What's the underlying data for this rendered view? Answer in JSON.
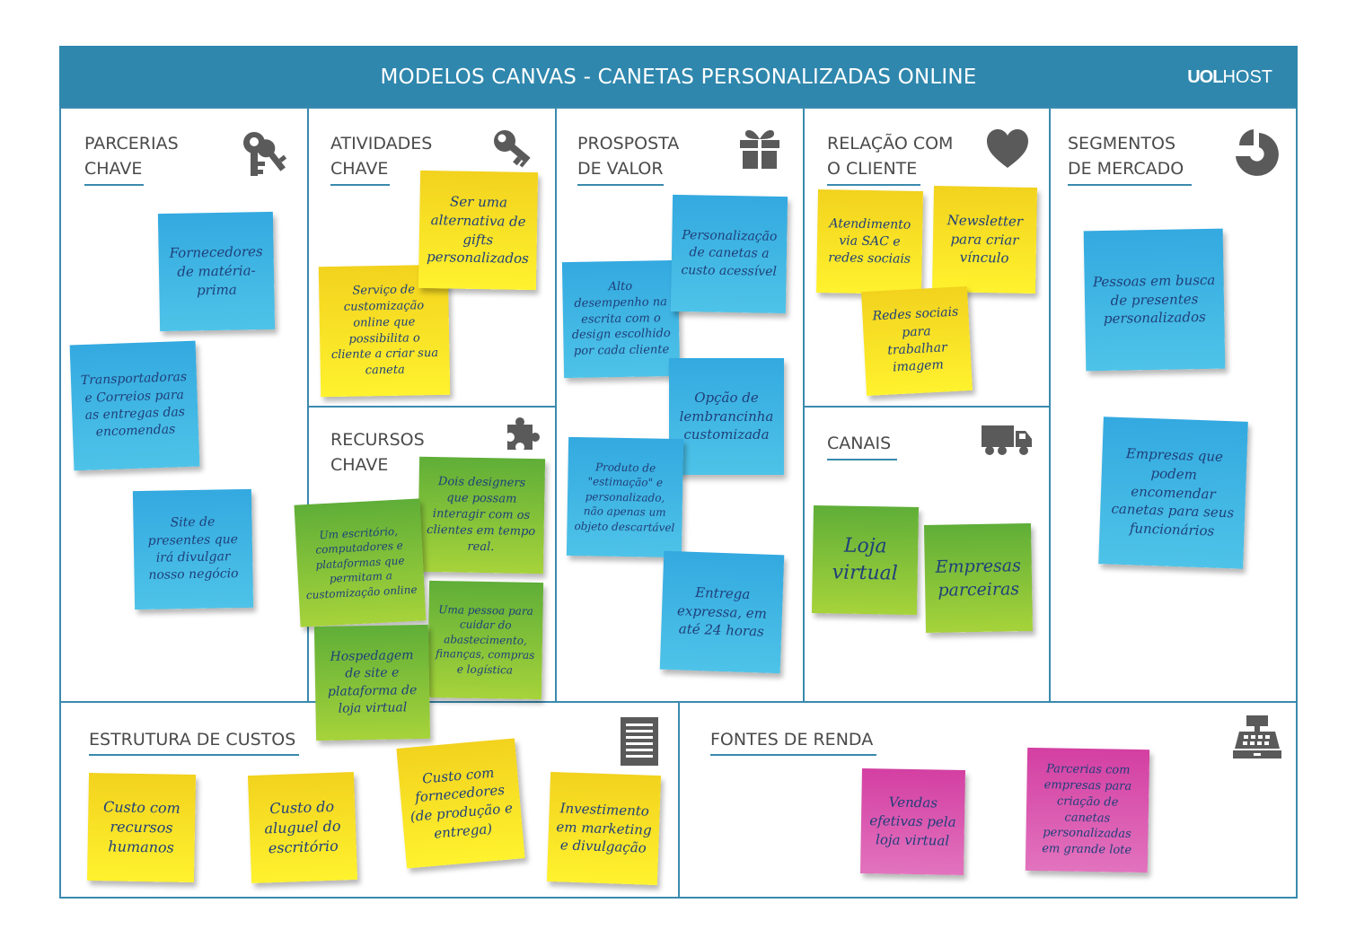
{
  "header": {
    "title": "MODELOS CANVAS - CANETAS PERSONALIZADAS ONLINE",
    "logo_bold": "UOL",
    "logo_light": "HOST"
  },
  "sections": {
    "parcerias": {
      "line1": "PARCERIAS",
      "line2": "CHAVE",
      "icon": "keys-icon"
    },
    "atividades": {
      "line1": "ATIVIDADES",
      "line2": "CHAVE",
      "icon": "key-icon"
    },
    "recursos": {
      "line1": "RECURSOS",
      "line2": "CHAVE",
      "icon": "puzzle-icon"
    },
    "proposta": {
      "line1": "PROSPOSTA",
      "line2": "DE VALOR",
      "icon": "gift-icon"
    },
    "relacao": {
      "line1": "RELAÇÃO COM",
      "line2": "O CLIENTE",
      "icon": "heart-icon"
    },
    "canais": {
      "line1": "CANAIS",
      "icon": "truck-icon"
    },
    "segmentos": {
      "line1": "SEGMENTOS",
      "line2": "DE MERCADO",
      "icon": "pie-chart-icon"
    },
    "custos": {
      "line1": "ESTRUTURA DE CUSTOS",
      "icon": "document-icon"
    },
    "fontes": {
      "line1": "FONTES DE RENDA",
      "icon": "cash-register-icon"
    }
  },
  "notes": {
    "p1": "Fornecedores de matéria-prima",
    "p2": "Transportadoras e Correios para as entregas das encomendas",
    "p3": "Site de presentes que irá divulgar nosso negócio",
    "a1": "Ser uma alternativa de gifts personalizados",
    "a2": "Serviço de customização online que possibilita o cliente a criar sua caneta",
    "r1": "Dois designers que possam interagir com os clientes em tempo real.",
    "r2": "Um escritório, computadores e plataformas que permitam a customização online",
    "r3": "Uma pessoa para cuidar do abastecimento, finanças, compras e logística",
    "r4": "Hospedagem de site e plataforma de loja virtual",
    "v1": "Personalização de canetas a custo acessível",
    "v2": "Alto desempenho na escrita com o design escolhido por cada cliente",
    "v3": "Opção de lembrancinha customizada",
    "v4": "Produto de \"estimação\" e personalizado, não apenas um objeto descartável",
    "v5": "Entrega expressa, em até 24 horas",
    "c1": "Atendimento via SAC e redes sociais",
    "c2": "Newsletter para criar vínculo",
    "c3": "Redes sociais para trabalhar imagem",
    "ch1": "Loja virtual",
    "ch2": "Empresas parceiras",
    "s1": "Pessoas em busca de presentes personalizados",
    "s2": "Empresas que podem encomendar canetas para seus funcionários",
    "k1": "Custo com recursos humanos",
    "k2": "Custo do aluguel do escritório",
    "k3": "Custo com fornecedores (de produção e entrega)",
    "k4": "Investimento em marketing e divulgação",
    "f1": "Vendas efetivas pela loja virtual",
    "f2": "Parcerias com empresas para criação de canetas personalizadas em grande lote"
  }
}
